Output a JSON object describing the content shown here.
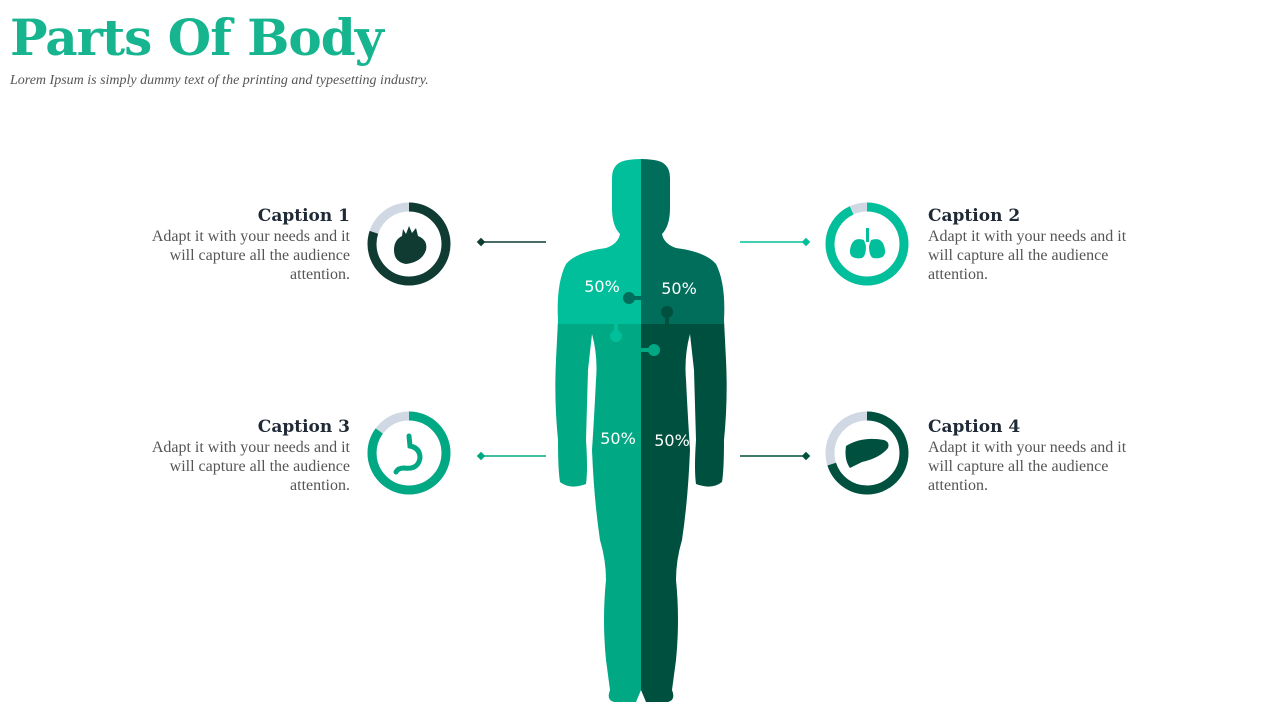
{
  "header": {
    "title": "Parts Of Body",
    "subtitle": "Lorem Ipsum is simply dummy text of the printing and typesetting industry."
  },
  "colors": {
    "accent": "#16b58f",
    "teal_light": "#00bf9a",
    "teal_mid": "#00a884",
    "teal_dark": "#006e5a",
    "teal_darkest": "#00503f",
    "donut_track": "#cfd8e3",
    "heading": "#1f2a36",
    "text": "#555555"
  },
  "captions": [
    {
      "title": "Caption 1",
      "text": "Adapt it with your needs and it will capture all the audience attention.",
      "icon": "heart-icon",
      "progress": 0.8
    },
    {
      "title": "Caption 2",
      "text": "Adapt it with your needs and it will capture all the audience attention.",
      "icon": "lungs-icon",
      "progress": 0.93
    },
    {
      "title": "Caption 3",
      "text": "Adapt it with your needs and it will capture all the audience attention.",
      "icon": "stomach-icon",
      "progress": 0.85
    },
    {
      "title": "Caption 4",
      "text": "Adapt it with your needs and it will capture all the audience attention.",
      "icon": "liver-icon",
      "progress": 0.7
    }
  ],
  "body_segments": [
    {
      "label": "50%"
    },
    {
      "label": "50%"
    },
    {
      "label": "50%"
    },
    {
      "label": "50%"
    }
  ]
}
